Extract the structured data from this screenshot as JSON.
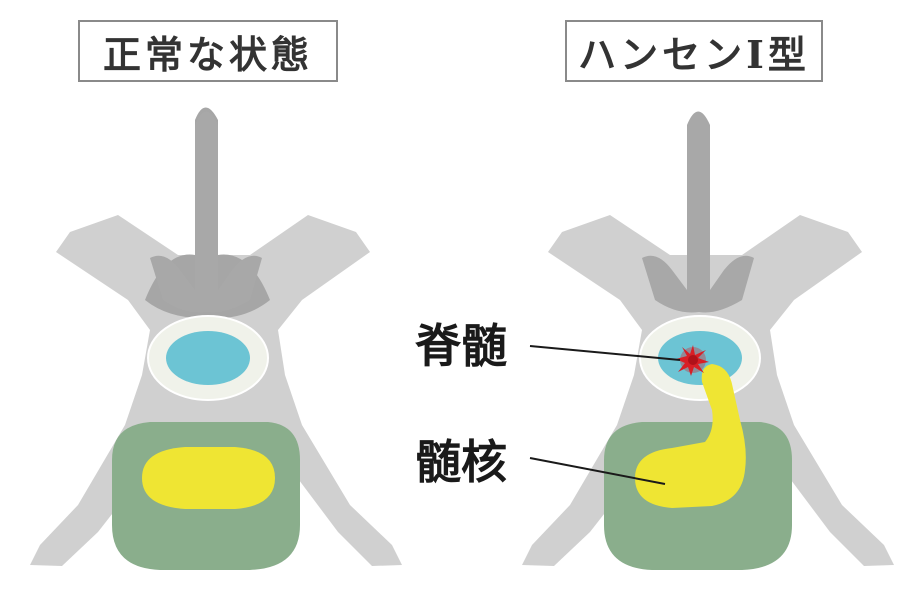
{
  "titles": {
    "normal": "正常な状態",
    "hansen": "ハンセンI型"
  },
  "labels": {
    "spinal_cord": "脊髄",
    "nucleus_pulposus": "髄核"
  },
  "colors": {
    "bone": "#d0d0d0",
    "spinous_process": "#a6a6a6",
    "canal_ring": "#f0f2ea",
    "spinal_cord": "#6cc4d4",
    "disc": "#8aae8c",
    "nucleus": "#efe533",
    "lesion": "#d81f26"
  }
}
